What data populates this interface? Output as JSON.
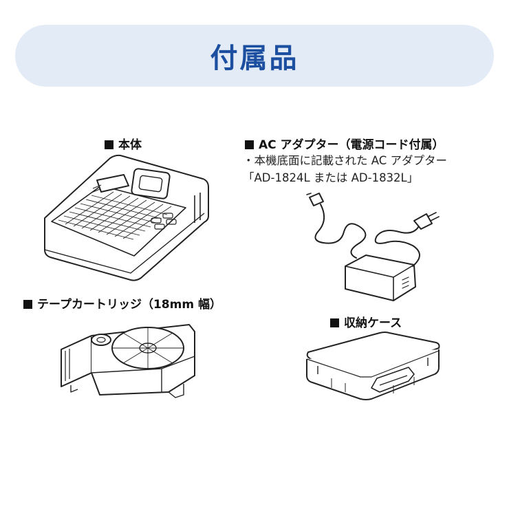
{
  "header": {
    "title": "付属品"
  },
  "items": {
    "main_unit": {
      "label": "本体"
    },
    "adapter": {
      "label": "AC アダプター（電源コード付属）",
      "note_bullet": "・",
      "note_line1": "本機底面に記載された AC アダプター",
      "note_line2": "「AD-1824L または AD-1832L」"
    },
    "cartridge": {
      "label": "テープカートリッジ（18mm 幅）"
    },
    "case": {
      "label": "収納ケース"
    }
  },
  "icons": [
    "black-square-bullet-icon",
    "label-printer-illustration",
    "ac-adapter-illustration",
    "tape-cartridge-illustration",
    "storage-case-illustration"
  ],
  "colors": {
    "banner_bg": "#e3ecf6",
    "banner_text": "#1d4fa0"
  }
}
